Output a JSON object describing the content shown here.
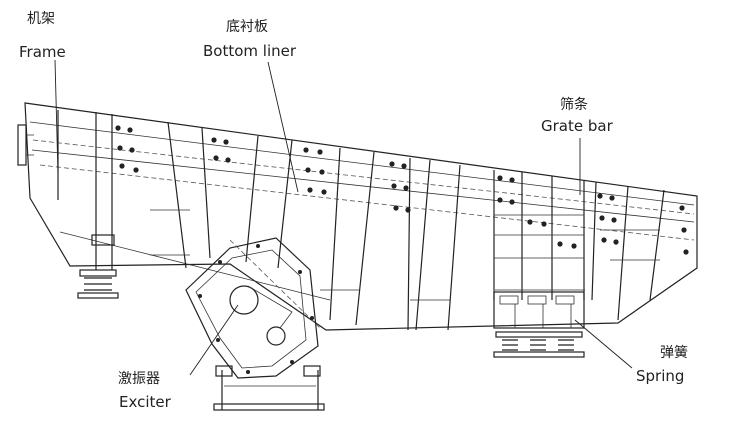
{
  "labels": {
    "frame": {
      "zh": "机架",
      "en": "Frame"
    },
    "bottom_liner": {
      "zh": "底衬板",
      "en": "Bottom liner"
    },
    "grate_bar": {
      "zh": "筛条",
      "en": "Grate bar"
    },
    "exciter": {
      "zh": "激振器",
      "en": "Exciter"
    },
    "spring": {
      "zh": "弹簧",
      "en": "Spring"
    }
  }
}
